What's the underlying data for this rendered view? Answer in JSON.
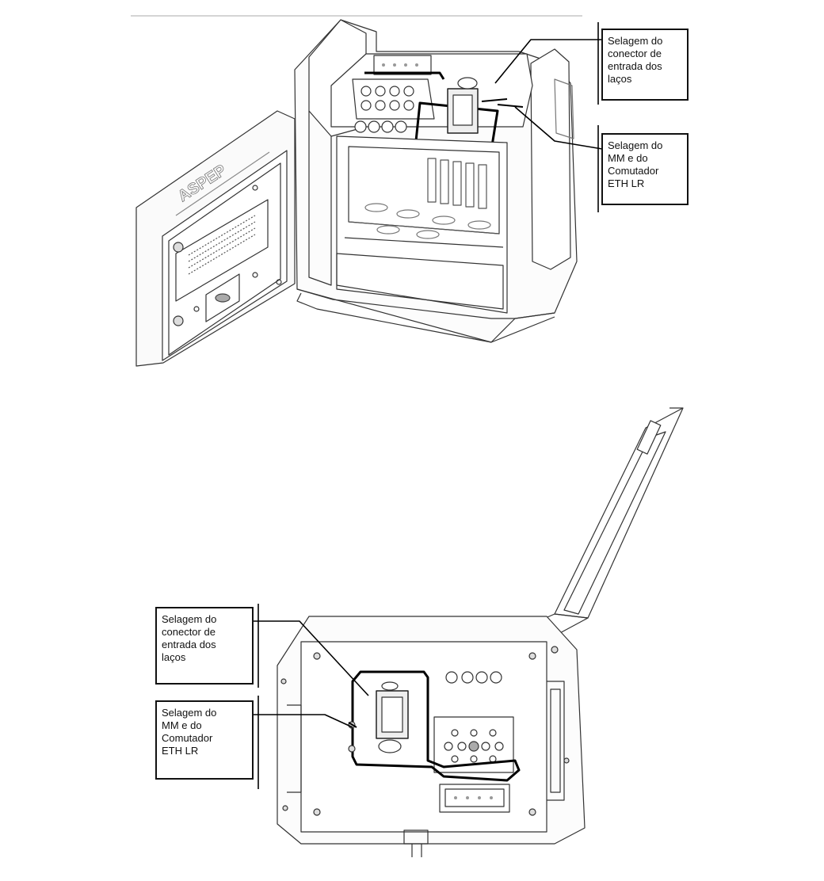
{
  "top_view": {
    "callout_loop_connector": "Selagem do\nconector de\nentrada dos\nlaços",
    "callout_mm_switch": "Selagem do\nMM e do\nComutador\nETH LR",
    "door_logo": "ASPEP"
  },
  "bottom_view": {
    "callout_loop_connector": "Selagem do\nconector de\nentrada dos\nlaços",
    "callout_mm_switch": "Selagem do\nMM e do\nComutador\nETH LR"
  }
}
